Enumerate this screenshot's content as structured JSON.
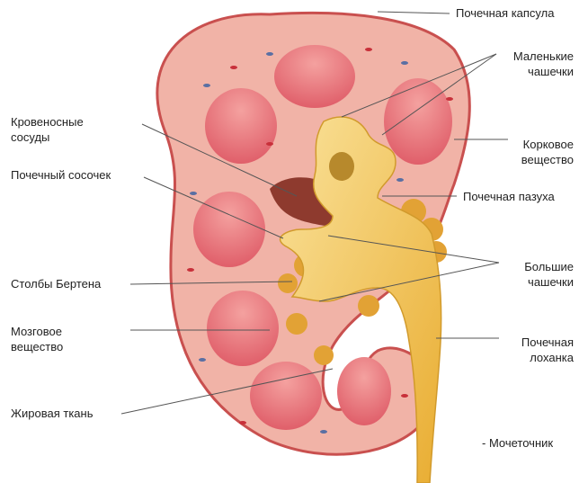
{
  "labels": {
    "capsule": "Почечная капсула",
    "minor_calyces": [
      "Маленькие",
      "чашечки"
    ],
    "vessels": [
      "Кровеносные",
      "сосуды"
    ],
    "cortex": [
      "Корковое",
      "вещество"
    ],
    "papilla": "Почечный сосочек",
    "sinus": "Почечная пазуха",
    "major_calyces": [
      "Большие",
      "чашечки"
    ],
    "columns": "Столбы Бертена",
    "medulla": [
      "Мозговое",
      "вещество"
    ],
    "pelvis": [
      "Почечная",
      "лоханка"
    ],
    "fat": "Жировая ткань",
    "ureter": "- Мочеточник"
  },
  "colors": {
    "capsule": "#c9504f",
    "cortex": "#f1b3a7",
    "pyramid": "#e8707a",
    "pyramid_stripe": "#f6a7a4",
    "calyx": "#ecb640",
    "fat": "#e2a235",
    "sinus_dark": "#8e3a2e",
    "vessel_blue": "#5a6fa3",
    "vessel_red": "#c8303a",
    "leader_line": "#555555"
  }
}
